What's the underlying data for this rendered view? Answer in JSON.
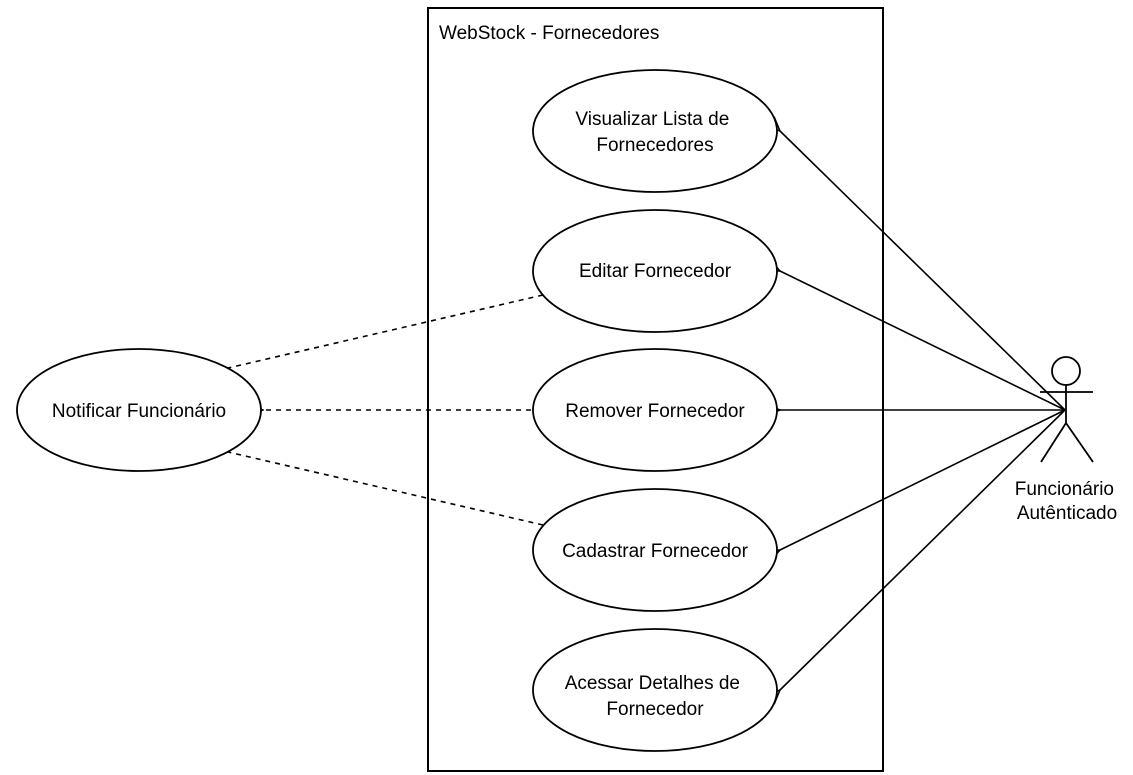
{
  "system": {
    "title": "WebStock - Fornecedores"
  },
  "use_cases": {
    "visualizar": {
      "line1": "Visualizar Lista de",
      "line2": "Fornecedores"
    },
    "editar": {
      "label": "Editar Fornecedor"
    },
    "remover": {
      "label": "Remover Fornecedor"
    },
    "cadastrar": {
      "label": "Cadastrar Fornecedor"
    },
    "acessar": {
      "line1": "Acessar Detalhes de",
      "line2": "Fornecedor"
    },
    "notificar": {
      "label": "Notificar Funcionário"
    }
  },
  "actor": {
    "line1": "Funcionário",
    "line2": "Autênticado"
  },
  "colors": {
    "stroke": "#000000",
    "fill": "#ffffff",
    "text": "#000000"
  }
}
